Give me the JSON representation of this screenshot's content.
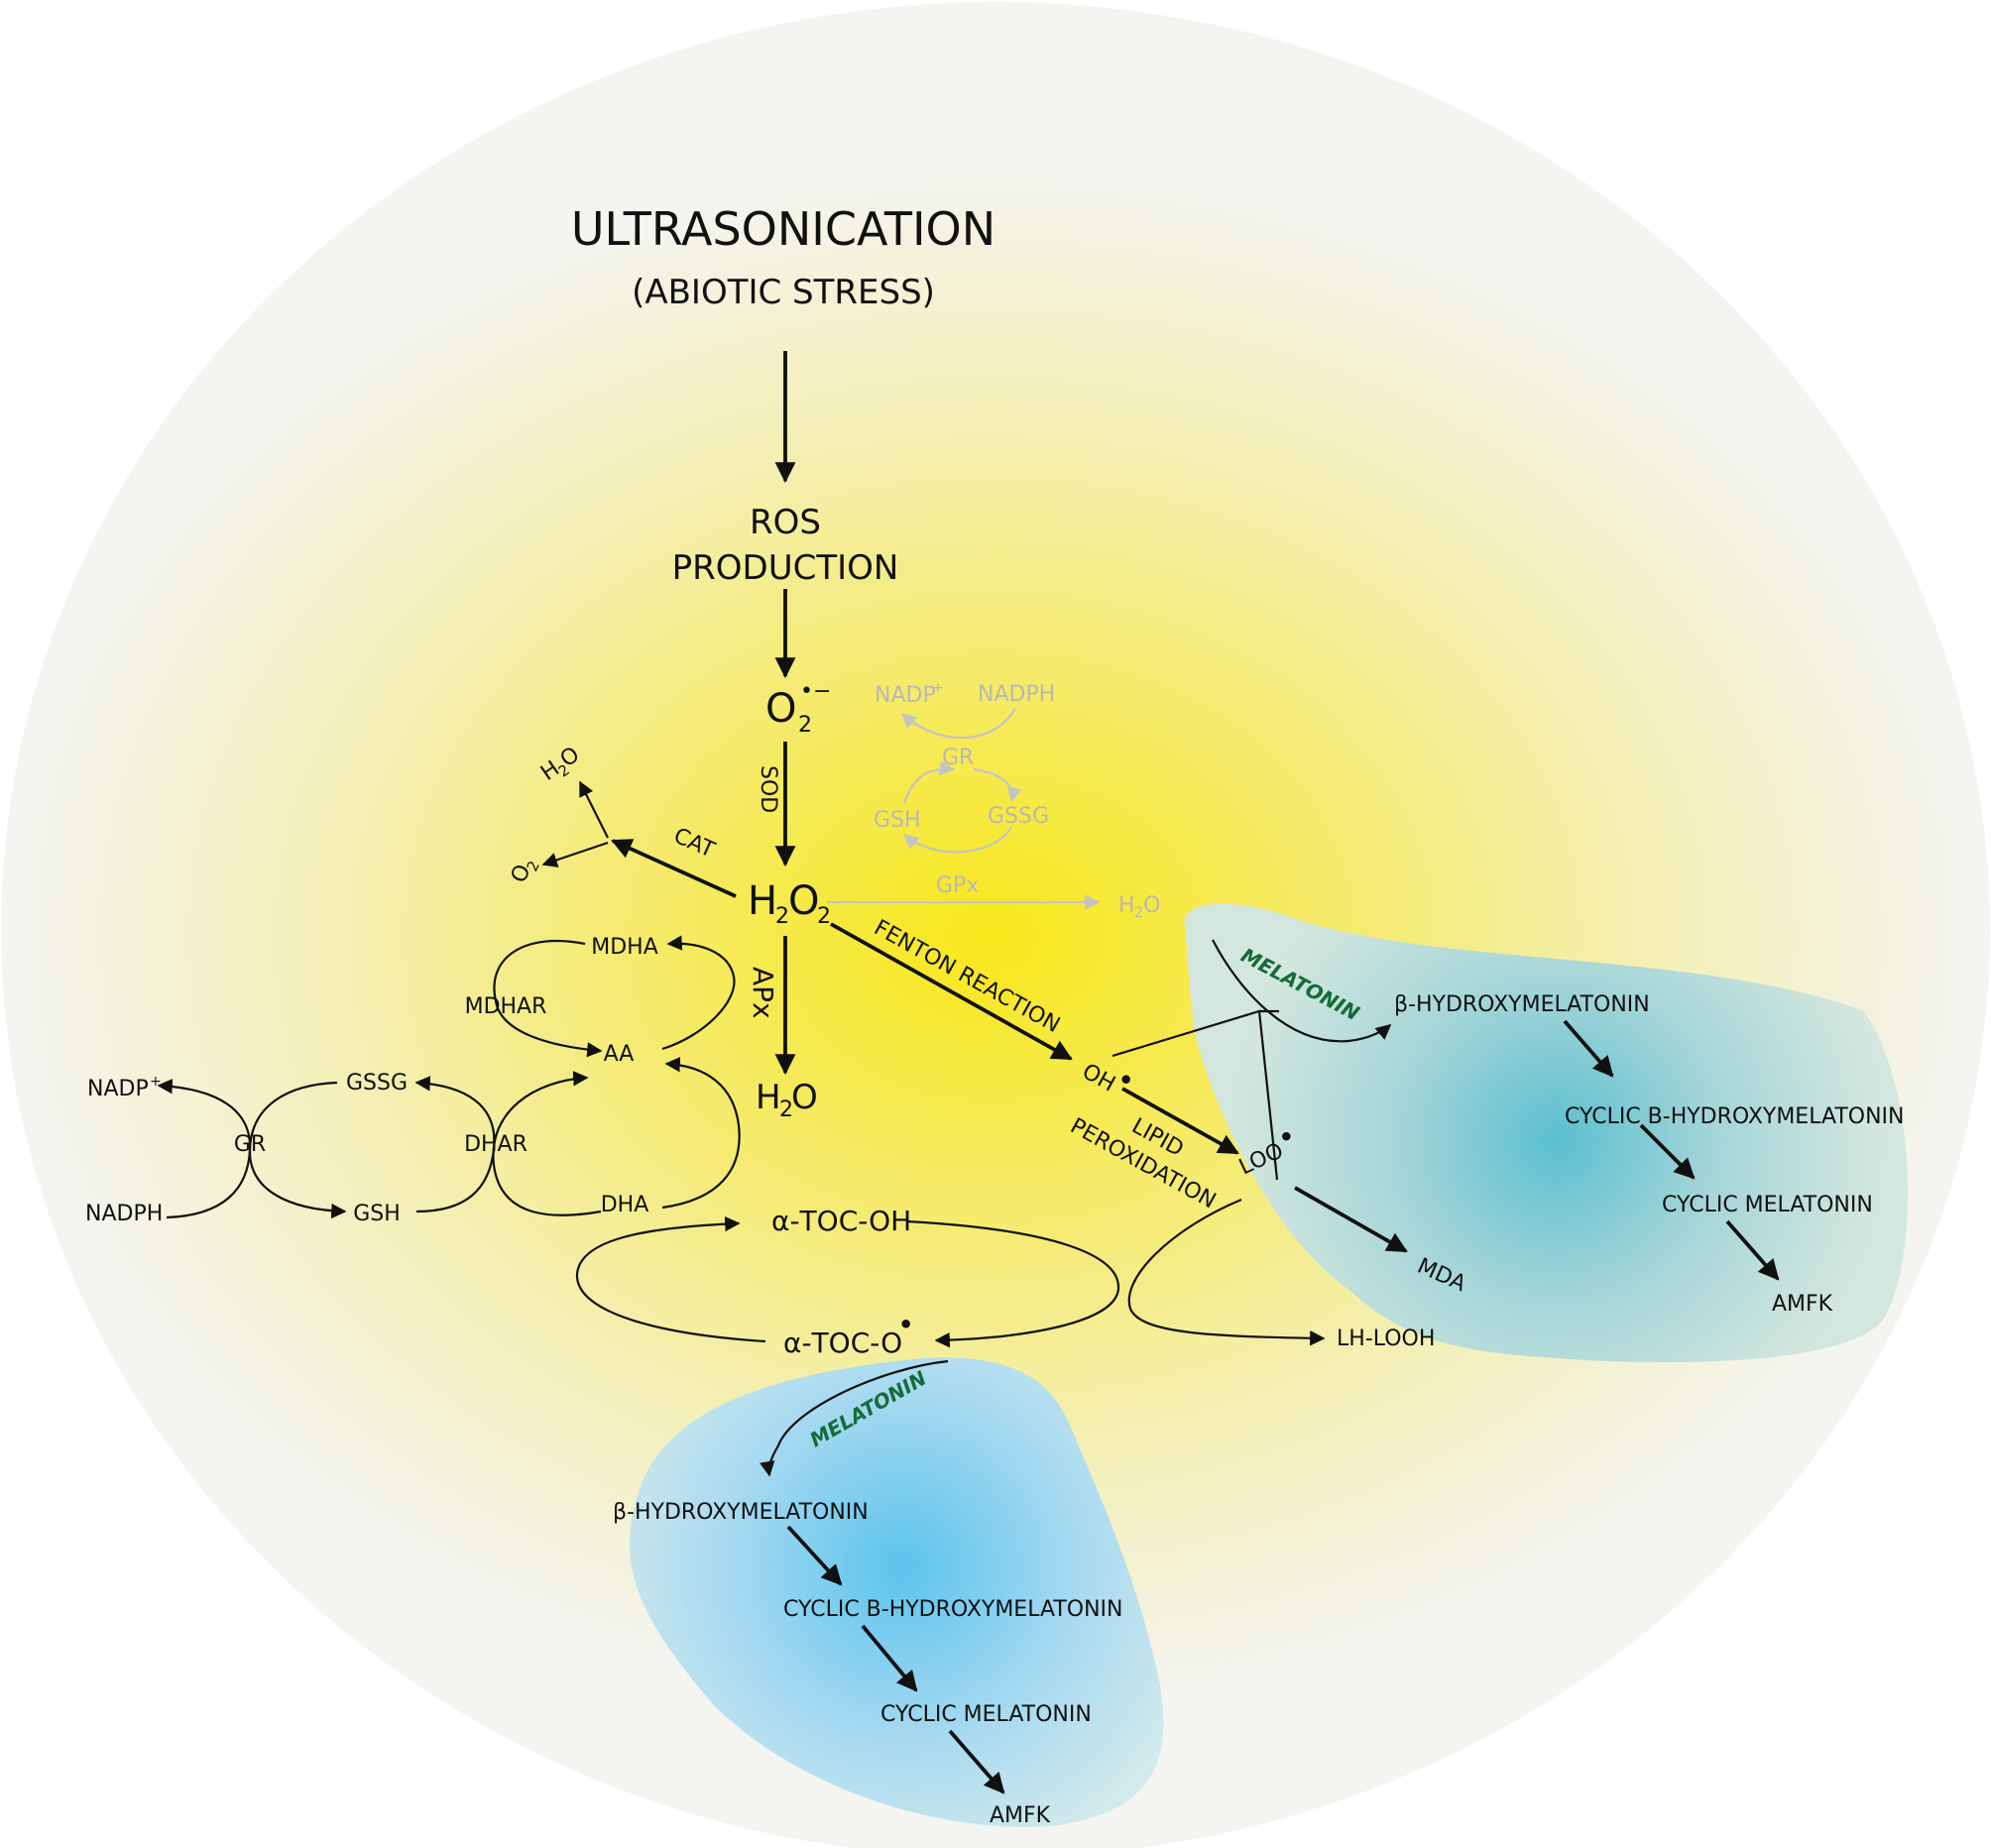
{
  "title": {
    "line1": "ULTRASONICATION",
    "line2": "(ABIOTIC STRESS)"
  },
  "nodes": {
    "ros_line1": "ROS",
    "ros_line2": "PRODUCTION",
    "superoxide": "O",
    "superoxide_sub": "2",
    "superoxide_sup": "•−",
    "sod": "SOD",
    "h2o2": "H",
    "h2o2_sub1": "2",
    "h2o2_mid": "O",
    "h2o2_sub2": "2",
    "cat": "CAT",
    "cat_h2o": "H",
    "cat_h2o_sub": "2",
    "cat_h2o_end": "O",
    "cat_o2": "O",
    "cat_o2_sub": "2",
    "apx": "APx",
    "apx_h2o": "H",
    "apx_h2o_sub": "2",
    "apx_h2o_end": "O",
    "mdha": "MDHA",
    "mdhar": "MDHAR",
    "aa": "AA",
    "gssg": "GSSG",
    "gsh": "GSH",
    "dhar": "DHAR",
    "dha": "DHA",
    "gr": "GR",
    "nadp": "NADP",
    "nadp_sup": "+",
    "nadph": "NADPH",
    "fenton": "FENTON REACTION",
    "oh": "OH",
    "oh_dot": "•",
    "lipid_line1": "LIPID",
    "lipid_line2": "PEROXIDATION",
    "loo": "LOO",
    "loo_dot": "•",
    "mda": "MDA",
    "lh_looh": "LH-LOOH",
    "toc_oh": "α-TOC-OH",
    "toc_o": "α-TOC-O",
    "toc_o_dot": "•"
  },
  "faded_cycle": {
    "nadp": "NADP",
    "nadp_sup": "+",
    "nadph": "NADPH",
    "gr": "GR",
    "gsh": "GSH",
    "gssg": "GSSG",
    "gpx": "GPx",
    "h2o": "H",
    "h2o_sub": "2",
    "h2o_end": "O"
  },
  "melatonin_right": {
    "label": "MELATONIN",
    "step1": "β-HYDROXYMELATONIN",
    "step2": "CYCLIC B-HYDROXYMELATONIN",
    "step3": "CYCLIC MELATONIN",
    "step4": "AMFK"
  },
  "melatonin_bottom": {
    "label": "MELATONIN",
    "step1": "β-HYDROXYMELATONIN",
    "step2": "CYCLIC B-HYDROXYMELATONIN",
    "step3": "CYCLIC MELATONIN",
    "step4": "AMFK"
  },
  "colors": {
    "background_center": "#f7ea20",
    "background_edge": "#f4f4f4",
    "melatonin_label": "#156b38",
    "right_blob_center": "#5bbfd0",
    "bottom_blob_center": "#5cc3ec",
    "faded": "#b8b8b8"
  }
}
